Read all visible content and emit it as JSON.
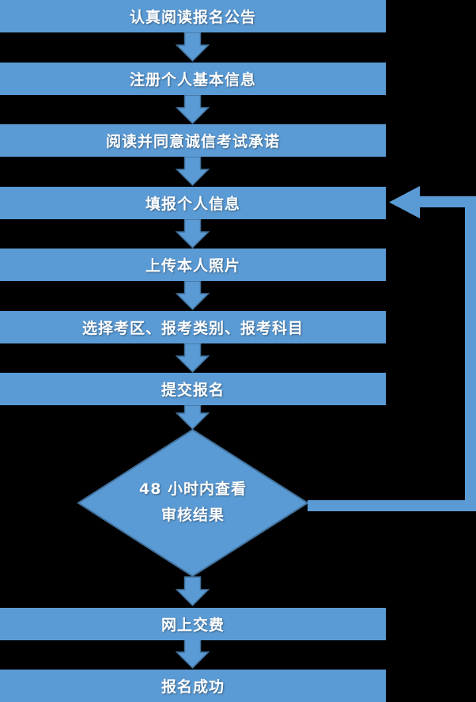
{
  "flow": {
    "steps": [
      {
        "id": "read-announcement",
        "label": "认真阅读报名公告"
      },
      {
        "id": "register-basic-info",
        "label": "注册个人基本信息"
      },
      {
        "id": "agree-integrity-pledge",
        "label": "阅读并同意诚信考试承诺"
      },
      {
        "id": "fill-personal-info",
        "label": "填报个人信息"
      },
      {
        "id": "upload-photo",
        "label": "上传本人照片"
      },
      {
        "id": "select-area-category-subject",
        "label": "选择考区、报考类别、报考科目"
      },
      {
        "id": "submit-registration",
        "label": "提交报名"
      },
      {
        "id": "pay-online",
        "label": "网上交费"
      },
      {
        "id": "registration-success",
        "label": "报名成功"
      }
    ],
    "decision": {
      "id": "check-review-result",
      "label": "48 小时内查看审核结果",
      "line1": "48 小时内查看",
      "line2": "审核结果"
    },
    "edges": [
      {
        "from": "read-announcement",
        "to": "register-basic-info"
      },
      {
        "from": "register-basic-info",
        "to": "agree-integrity-pledge"
      },
      {
        "from": "agree-integrity-pledge",
        "to": "fill-personal-info"
      },
      {
        "from": "fill-personal-info",
        "to": "upload-photo"
      },
      {
        "from": "upload-photo",
        "to": "select-area-category-subject"
      },
      {
        "from": "select-area-category-subject",
        "to": "submit-registration"
      },
      {
        "from": "submit-registration",
        "to": "check-review-result"
      },
      {
        "from": "check-review-result",
        "to": "pay-online"
      },
      {
        "from": "check-review-result",
        "to": "fill-personal-info",
        "type": "feedback-loop"
      },
      {
        "from": "pay-online",
        "to": "registration-success"
      }
    ],
    "colors": {
      "shape_fill": "#5B9BD5",
      "shape_border": "#41719C",
      "text": "#FFFFFF",
      "background": "#000000"
    }
  }
}
